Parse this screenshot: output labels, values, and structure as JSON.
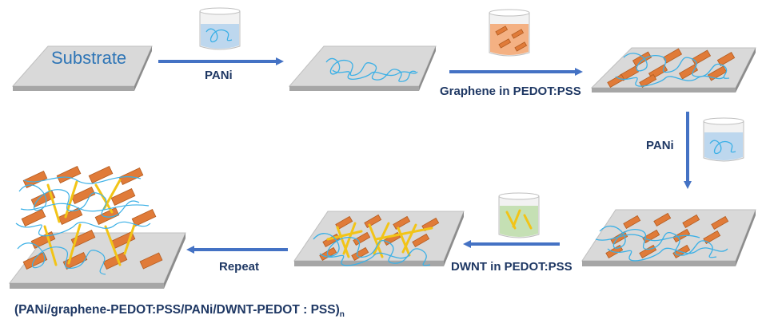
{
  "substrate_label": "Substrate",
  "steps": {
    "pani_1": "PANi",
    "graphene": "Graphene in PEDOT:PSS",
    "pani_2": "PANi",
    "dwnt": "DWNT in PEDOT:PSS",
    "repeat": "Repeat"
  },
  "formula": {
    "text": "(PANi/graphene-PEDOT:PSS/PANi/DWNT-PEDOT : PSS)",
    "subscript": "n"
  },
  "colors": {
    "arrow": "#4472c4",
    "label": "#1f3864",
    "substrate_label": "#2e75b6",
    "plate_top": "#d9d9d9",
    "plate_side": "#a6a6a6",
    "fiber": "#3bb0e6",
    "brick": "#e07b39",
    "nanotube": "#f2c417",
    "beaker_liquid_blue": "#bdd7ee",
    "beaker_liquid_orange": "#f4b183",
    "beaker_liquid_green": "#c5e0b4"
  }
}
